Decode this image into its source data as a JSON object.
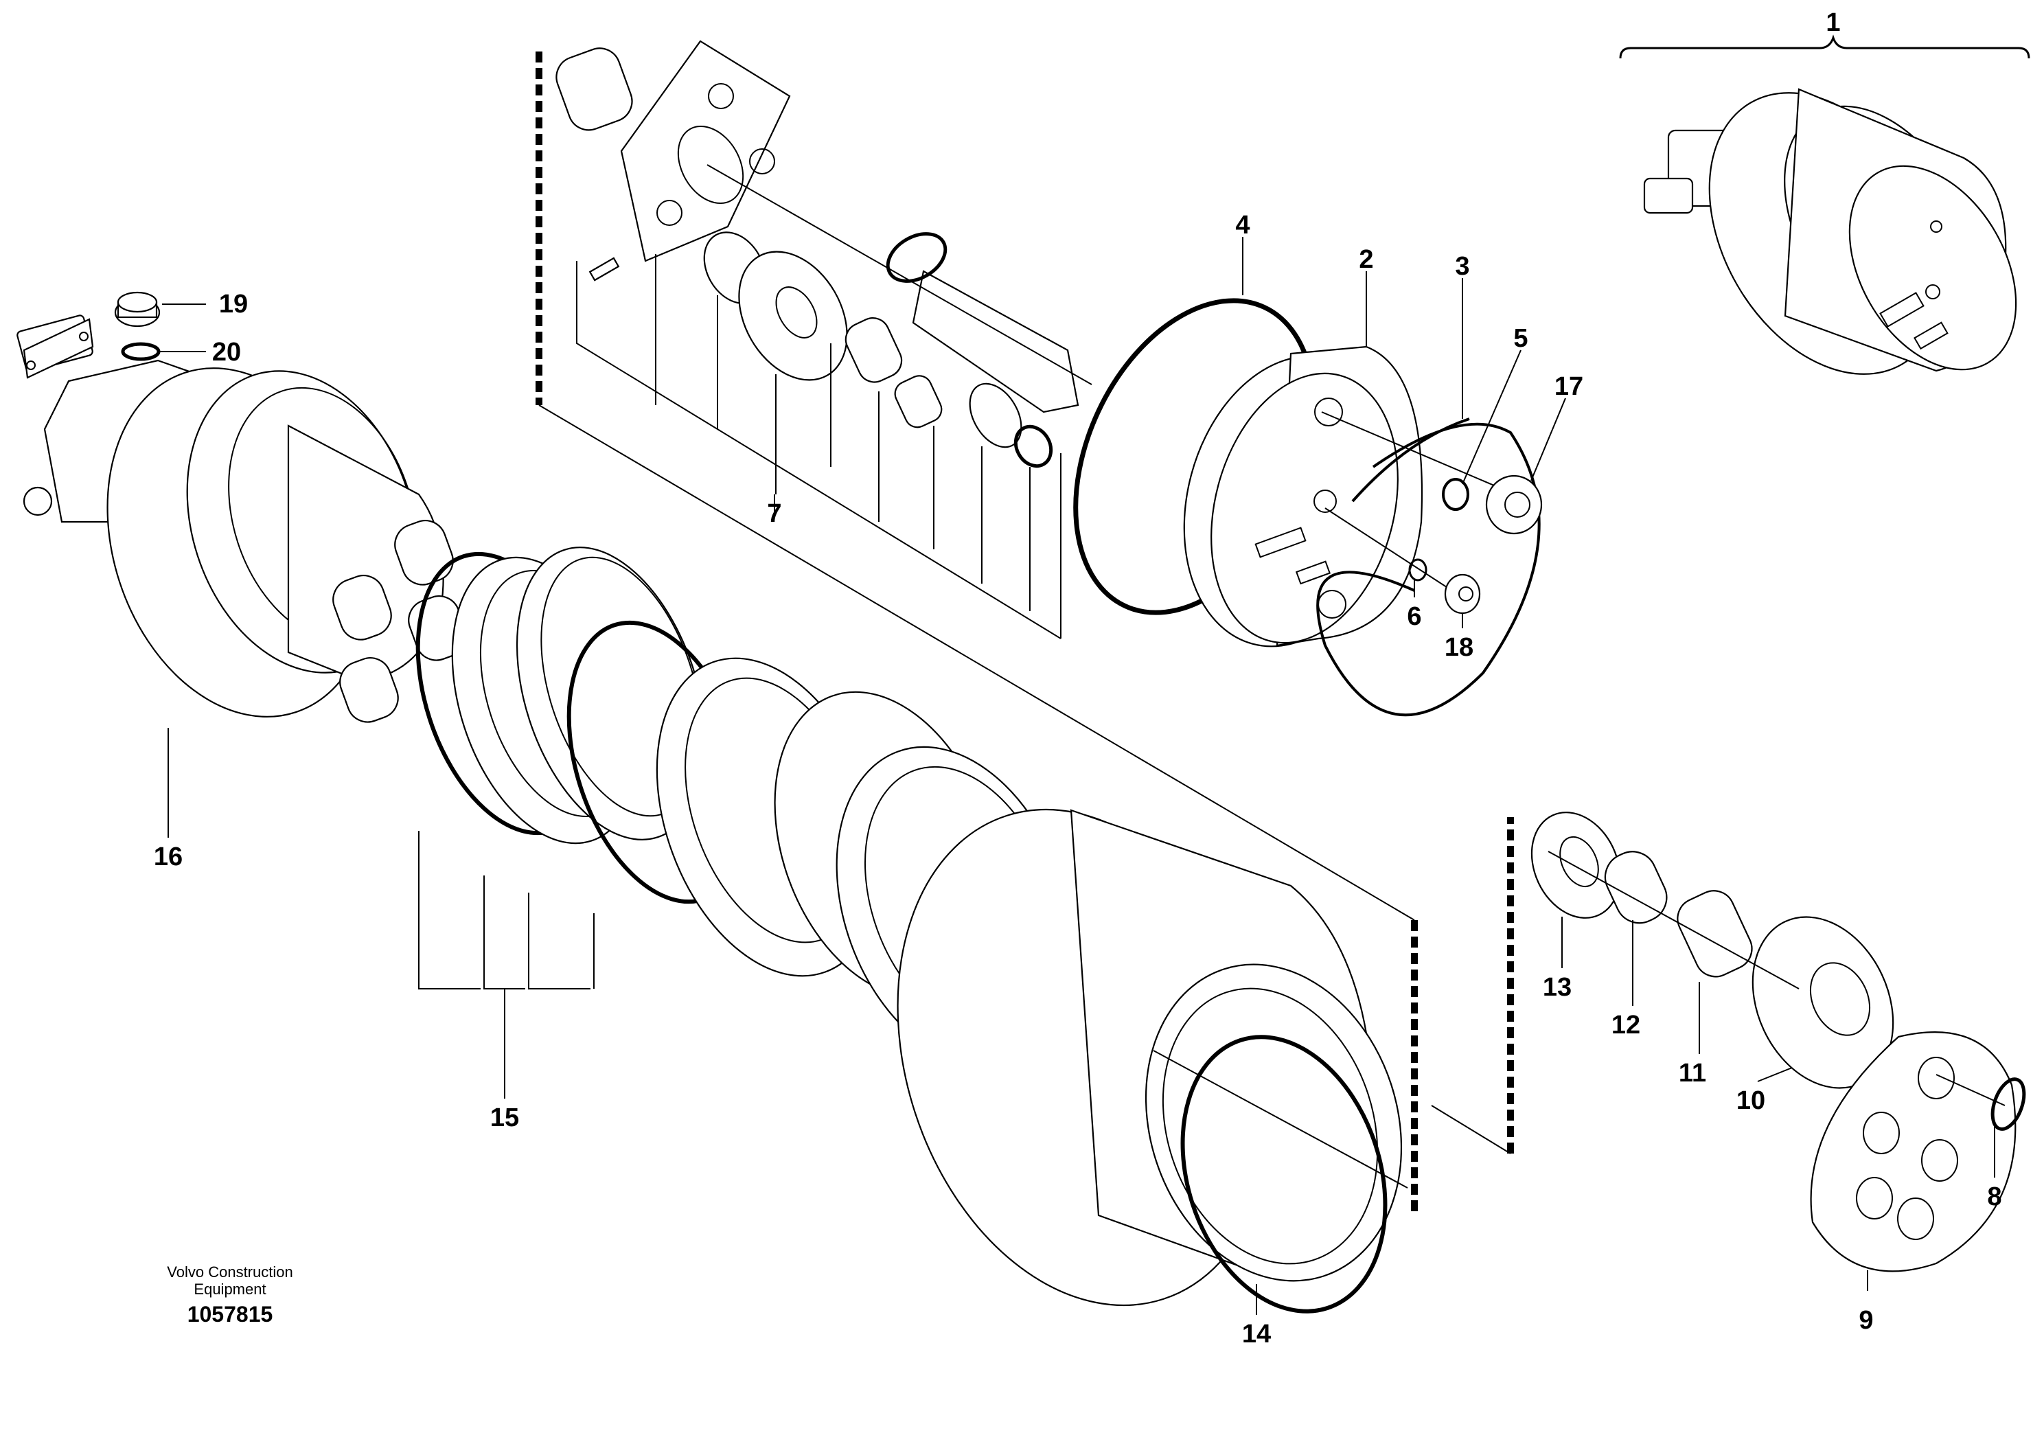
{
  "diagram": {
    "callouts": [
      {
        "id": "1",
        "text": "1"
      },
      {
        "id": "2",
        "text": "2"
      },
      {
        "id": "3",
        "text": "3"
      },
      {
        "id": "4",
        "text": "4"
      },
      {
        "id": "5",
        "text": "5"
      },
      {
        "id": "6",
        "text": "6"
      },
      {
        "id": "7",
        "text": "7"
      },
      {
        "id": "8",
        "text": "8"
      },
      {
        "id": "9",
        "text": "9"
      },
      {
        "id": "10",
        "text": "10"
      },
      {
        "id": "11",
        "text": "11"
      },
      {
        "id": "12",
        "text": "12"
      },
      {
        "id": "13",
        "text": "13"
      },
      {
        "id": "14",
        "text": "14"
      },
      {
        "id": "15",
        "text": "15"
      },
      {
        "id": "16",
        "text": "16"
      },
      {
        "id": "17",
        "text": "17"
      },
      {
        "id": "18",
        "text": "18"
      },
      {
        "id": "19",
        "text": "19"
      },
      {
        "id": "20",
        "text": "20"
      }
    ],
    "brand_line1": "Volvo Construction",
    "brand_line2": "Equipment",
    "document_number": "1057815"
  }
}
